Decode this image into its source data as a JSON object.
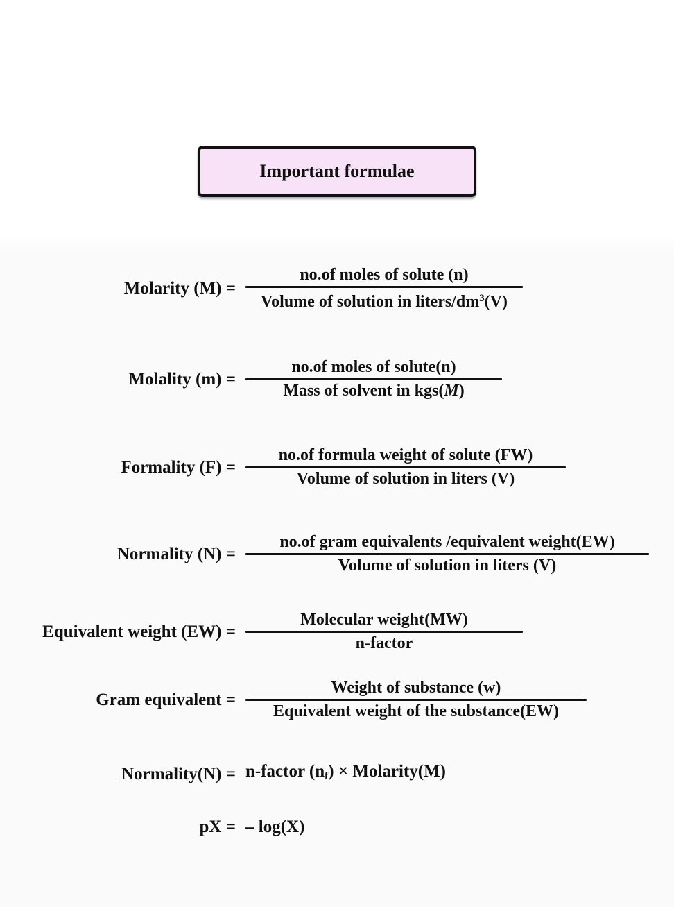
{
  "page": {
    "background_top": "#ffffff",
    "background_bottom": "#fafafa",
    "text_color": "#111111"
  },
  "title_box": {
    "label": "Important formulae",
    "fill": "#f7e2f8",
    "border_color": "#111111"
  },
  "formulas": [
    {
      "label": "Molarity (M) =",
      "numerator": "no.of moles of solute (n)",
      "denominator_main": "Volume of solution in liters/dm",
      "denominator_sup": "3",
      "denominator_tail": "(V)"
    },
    {
      "label": "Molality (m) =",
      "numerator": "no.of moles of solute(n)",
      "denominator_main": "Mass of solvent in kgs(",
      "denominator_italic": "M",
      "denominator_tail": ")"
    },
    {
      "label": "Formality (F) =",
      "numerator": "no.of formula weight of solute (FW)",
      "denominator": "Volume of solution in liters (V)"
    },
    {
      "label": "Normality (N) =",
      "numerator": "no.of gram equivalents /equivalent weight(EW)",
      "denominator": "Volume of solution in liters (V)"
    },
    {
      "label": "Equivalent weight (EW) =",
      "numerator": "Molecular weight(MW)",
      "denominator": "n-factor"
    },
    {
      "label": "Gram equivalent =",
      "numerator": "Weight of substance (w)",
      "denominator": "Equivalent weight of the substance(EW)"
    }
  ],
  "inline_formulas": [
    {
      "label": "Normality(N) =",
      "rhs_pre": "n-factor (n",
      "rhs_sub": "f",
      "rhs_post": ") × Molarity(M)"
    },
    {
      "label": "pX =",
      "rhs": "– log(X)"
    }
  ]
}
